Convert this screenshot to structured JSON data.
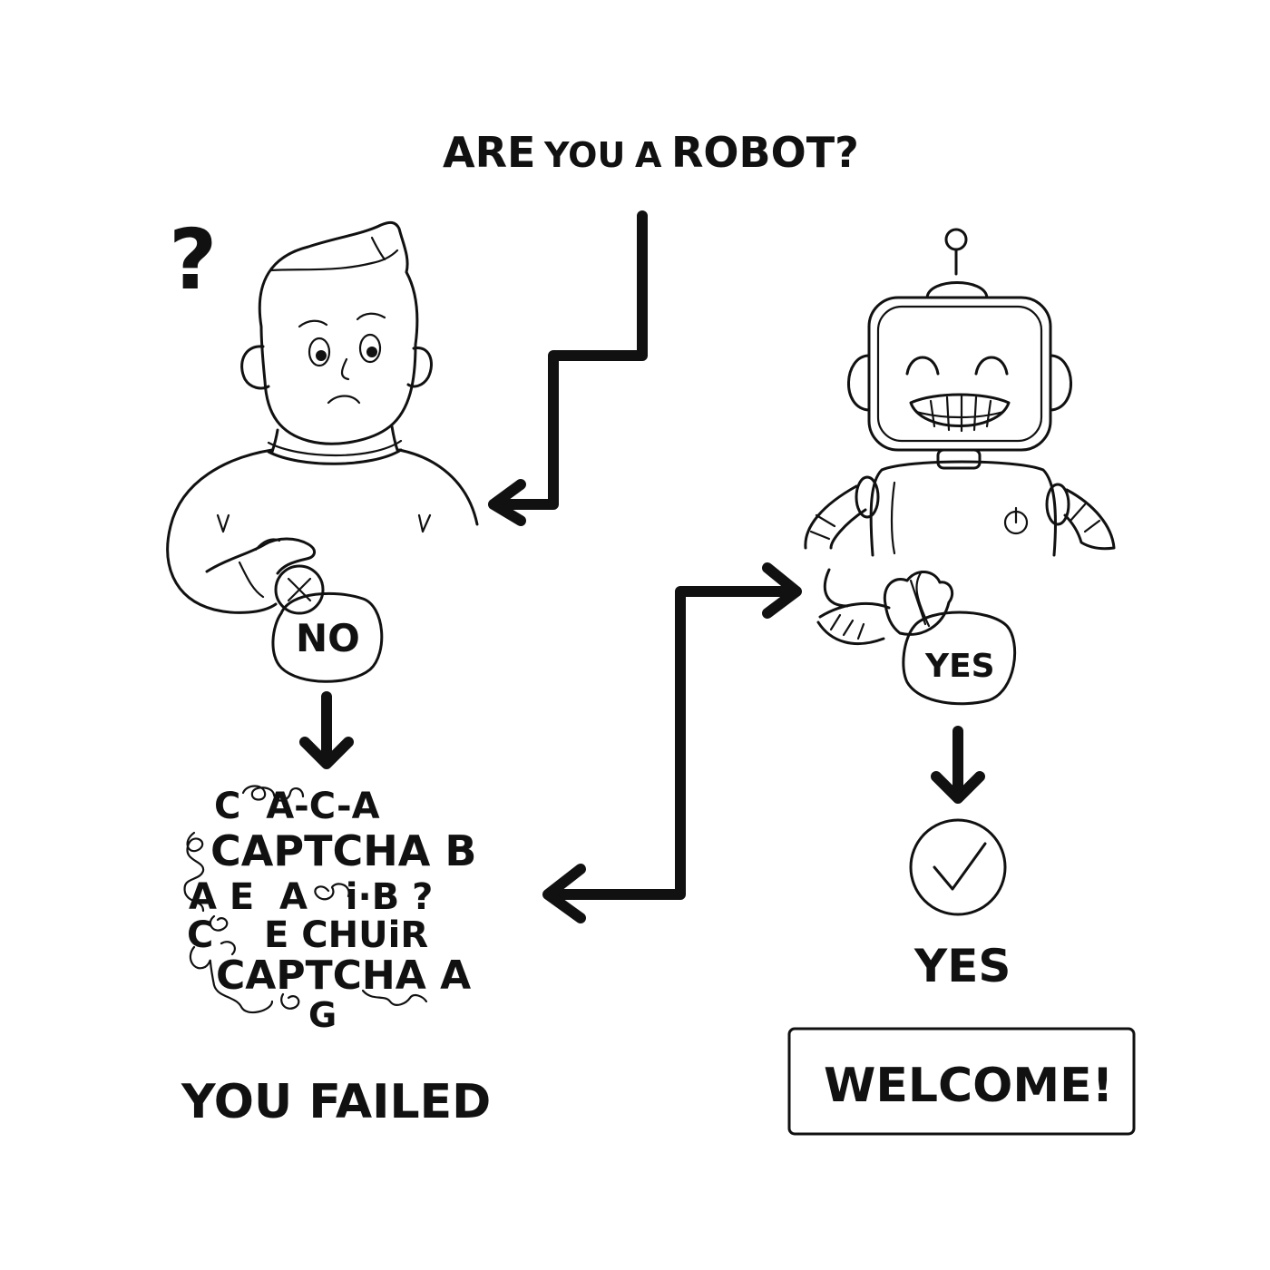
{
  "title": {
    "are": "ARE",
    "you": "YOU",
    "a": "A",
    "robot": "ROBOT?"
  },
  "human": {
    "question_mark": "?",
    "button_icon": "close-icon",
    "button_label": "NO"
  },
  "robot": {
    "button_label": "YES"
  },
  "captcha": {
    "lines": [
      "C  A-C-A",
      "CAPTCHA B",
      "A E  A   i·B ?",
      "C    E CHUiR",
      "CAPTCHA A",
      "G"
    ]
  },
  "outcomes": {
    "failed_label": "YOU FAILED",
    "check_icon": "checkmark-icon",
    "yes_label": "YES",
    "welcome_label": "WELCOME!"
  }
}
